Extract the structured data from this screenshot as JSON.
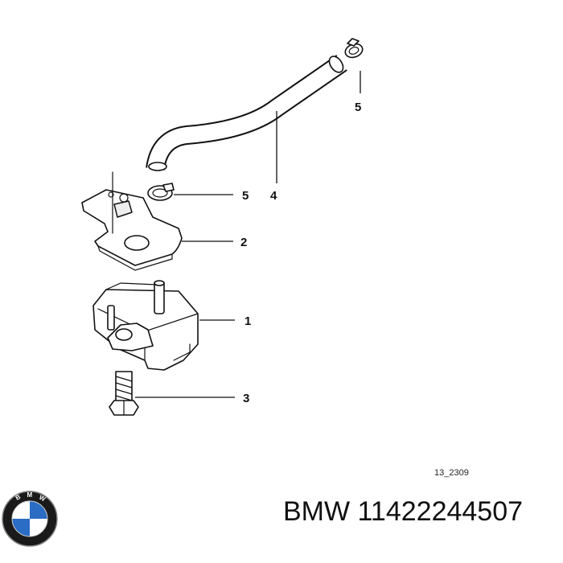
{
  "diagram": {
    "callouts": [
      "5",
      "5",
      "4",
      "2",
      "1",
      "3"
    ],
    "reference_code": "13_2309"
  },
  "caption": {
    "brand": "BMW",
    "part_number": "11422244507"
  },
  "logo": {
    "letters": "BMW",
    "colors": {
      "ring": "#1a1a1a",
      "blue": "#2b6cc4",
      "white": "#ffffff"
    }
  }
}
